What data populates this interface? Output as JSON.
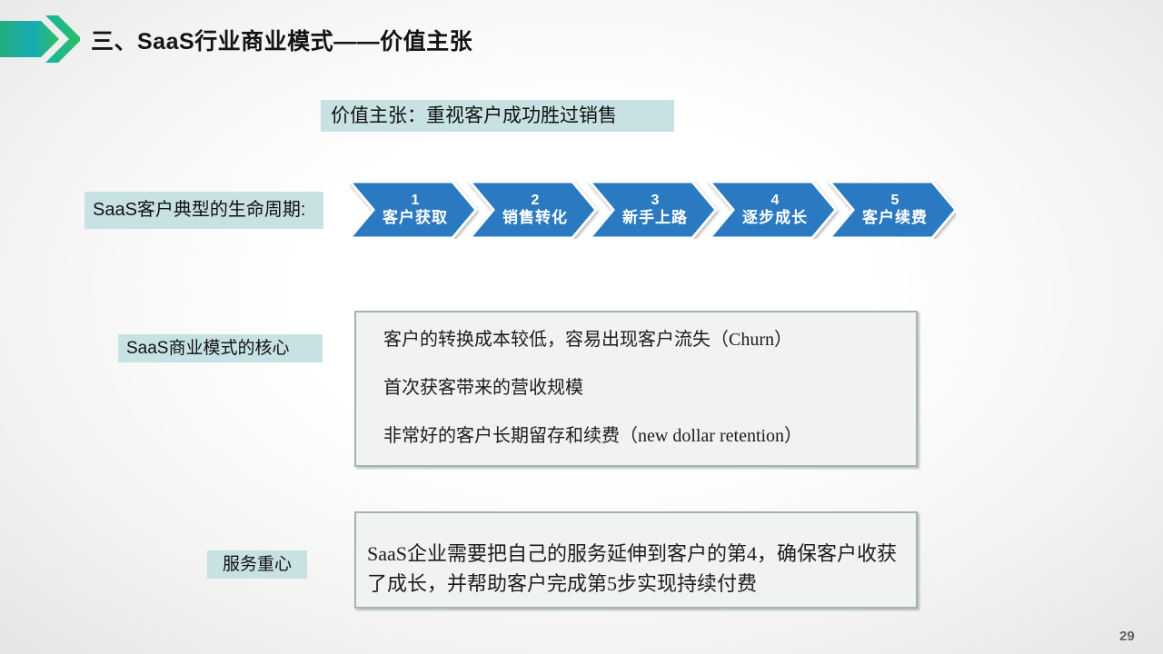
{
  "header": {
    "title": "三、SaaS行业商业模式——价值主张"
  },
  "value_prop": {
    "text": "价值主张：重视客户成功胜过销售"
  },
  "lifecycle": {
    "label": "SaaS客户典型的生命周期:",
    "steps": [
      {
        "num": "1",
        "label": "客户获取"
      },
      {
        "num": "2",
        "label": "销售转化"
      },
      {
        "num": "3",
        "label": "新手上路"
      },
      {
        "num": "4",
        "label": "逐步成长"
      },
      {
        "num": "5",
        "label": "客户续费"
      }
    ]
  },
  "core": {
    "label": "SaaS商业模式的核心",
    "points": [
      "客户的转换成本较低，容易出现客户流失（Churn）",
      "首次获客带来的营收规模",
      "非常好的客户长期留存和续费（new dollar retention）"
    ]
  },
  "service": {
    "label": "服务重心",
    "text": "SaaS企业需要把自己的服务延伸到客户的第4，确保客户收获了成长，并帮助客户完成第5步实现持续付费"
  },
  "page": {
    "number": "29"
  },
  "colors": {
    "chip_teal_bg": "#c8e2e4",
    "chevron_blue": "#2b7ac1",
    "box_bg": "#f1f2f2",
    "box_border": "#a4b3b3",
    "accent_green": "#2bbd64",
    "accent_teal": "#1ba9b0"
  }
}
